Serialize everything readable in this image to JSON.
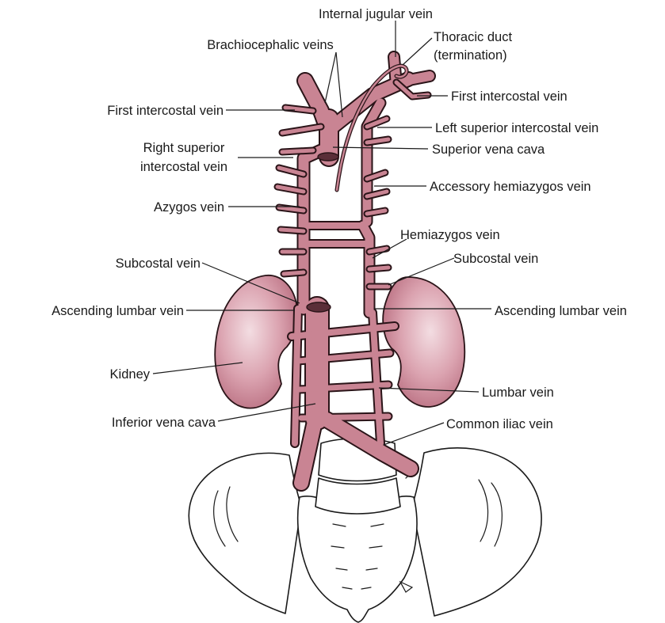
{
  "colors": {
    "vein": "#c98493",
    "vein_outline": "#2a1418",
    "kidney_light": "#f3dde2",
    "kidney_dark": "#b86d7f",
    "text": "#1a1a1a"
  },
  "labels": {
    "internal_jugular_vein": "Internal jugular vein",
    "brachiocephalic_veins": "Brachiocephalic veins",
    "thoracic_duct_line1": "Thoracic duct",
    "thoracic_duct_line2": "(termination)",
    "first_intercostal_vein_right": "First intercostal vein",
    "first_intercostal_vein_left": "First intercostal vein",
    "left_superior_intercostal_vein": "Left superior intercostal vein",
    "right_superior_intercostal_line1": "Right superior",
    "right_superior_intercostal_line2": "intercostal vein",
    "superior_vena_cava": "Superior vena cava",
    "accessory_hemiazygos_vein": "Accessory hemiazygos vein",
    "azygos_vein": "Azygos vein",
    "hemiazygos_vein": "Hemiazygos vein",
    "subcostal_vein_right": "Subcostal vein",
    "subcostal_vein_left": "Subcostal vein",
    "ascending_lumbar_vein_right": "Ascending lumbar vein",
    "ascending_lumbar_vein_left": "Ascending lumbar vein",
    "kidney": "Kidney",
    "lumbar_vein": "Lumbar vein",
    "inferior_vena_cava": "Inferior vena cava",
    "common_iliac_vein": "Common iliac vein"
  }
}
